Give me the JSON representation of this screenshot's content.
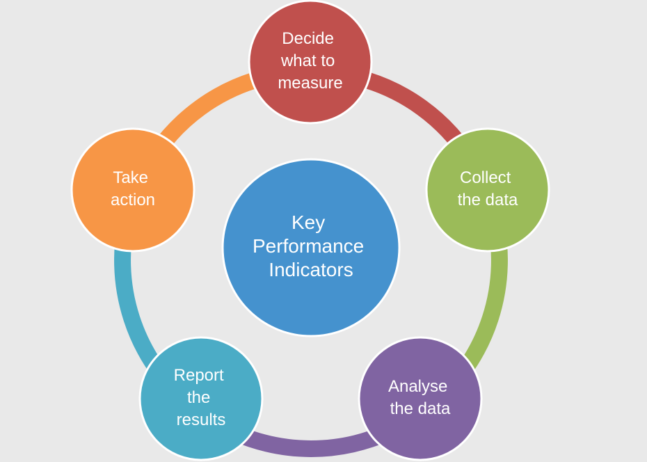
{
  "center": {
    "lines": [
      "Key",
      "Performance",
      "Indicators"
    ],
    "color": "#4592ce"
  },
  "steps": [
    {
      "lines": [
        "Decide",
        "what to",
        "measure"
      ],
      "color": "#c0504d"
    },
    {
      "lines": [
        "Collect",
        "the data"
      ],
      "color": "#9bbb59"
    },
    {
      "lines": [
        "Analyse",
        "the data"
      ],
      "color": "#8064a2"
    },
    {
      "lines": [
        "Report",
        "the",
        "results"
      ],
      "color": "#4bacc6"
    },
    {
      "lines": [
        "Take",
        "action"
      ],
      "color": "#f79646"
    }
  ],
  "colors": {
    "background": "#e9e9e9",
    "circle_border": "#ffffff"
  }
}
